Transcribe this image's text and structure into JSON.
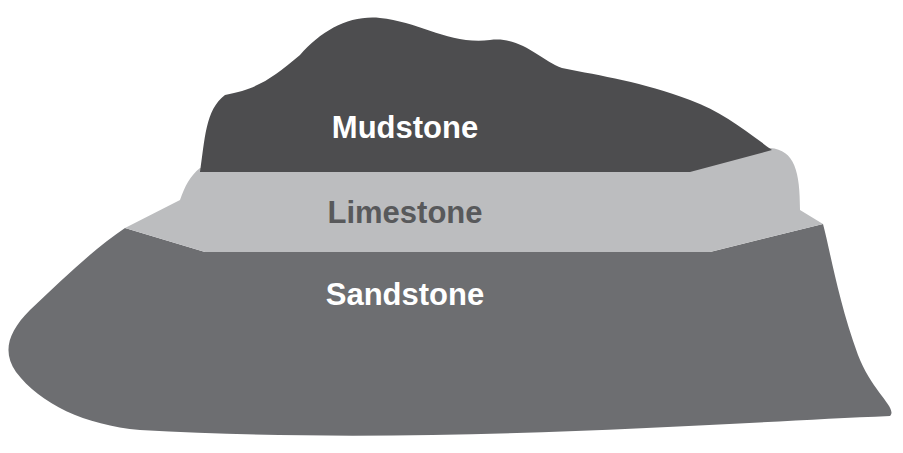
{
  "diagram": {
    "nodes": [
      {
        "text": [
          "Sandstone"
        ]
      },
      {
        "text": [
          "Limestone"
        ]
      },
      {
        "text": [
          "Mudstone"
        ]
      }
    ]
  }
}
